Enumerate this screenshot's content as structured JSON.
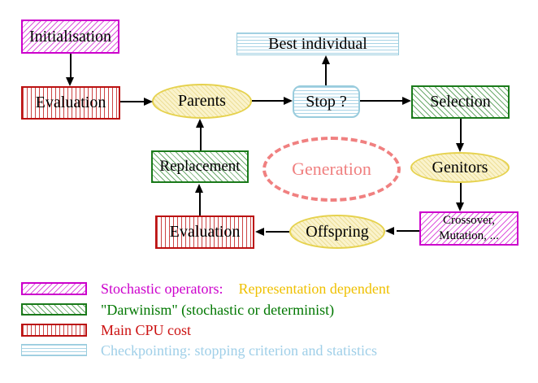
{
  "nodes": {
    "initialisation": "Initialisation",
    "evaluation_top": "Evaluation",
    "parents": "Parents",
    "best_individual": "Best individual",
    "stop": "Stop ?",
    "selection": "Selection",
    "replacement": "Replacement",
    "generation": "Generation",
    "genitors": "Genitors",
    "evaluation_bottom": "Evaluation",
    "offspring": "Offspring",
    "crossover_line1": "Crossover,",
    "crossover_line2": "Mutation, ..."
  },
  "legend": {
    "stochastic_label": "Stochastic operators:",
    "stochastic_suffix": "Representation dependent",
    "darwinism_label": "\"Darwinism\" (stochastic or determinist)",
    "cpu_label": "Main CPU cost",
    "checkpointing_label": "Checkpointing: stopping criterion and statistics"
  },
  "colors": {
    "magenta": "#cc00cc",
    "gold": "#efc000",
    "dark_green": "#1a7a1a",
    "red": "#bb1111",
    "light_blue": "#9fcfe8",
    "salmon": "#f08080",
    "yellow": "#e6d24e",
    "arrow": "#000000"
  }
}
